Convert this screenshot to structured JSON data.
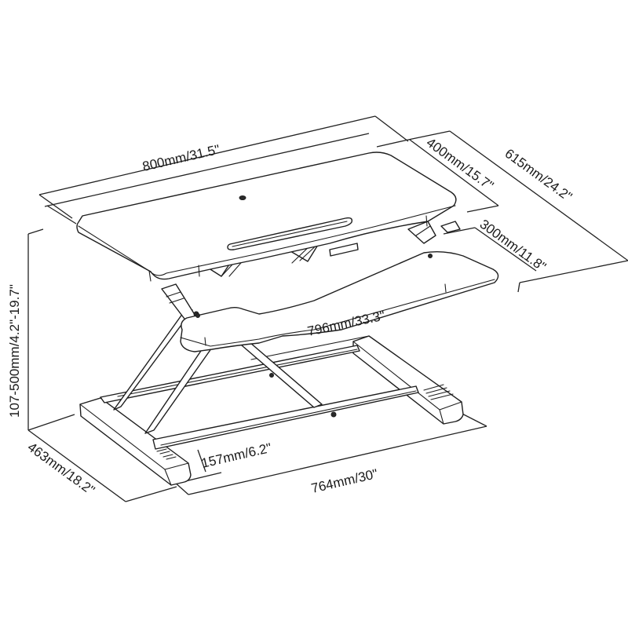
{
  "diagram": {
    "subject": "Standing desk converter",
    "dimensions": {
      "top_width": "800mm/31.5\"",
      "top_depth": "400mm/15.7\"",
      "total_depth": "615mm/24.2\"",
      "keyboard_tray_depth": "300mm/11.8\"",
      "keyboard_tray_width": "796mm/33.3\"",
      "height_range": "107-500mm/4.2\"-19.7\"",
      "base_depth": "463mm/18.2\"",
      "base_width": "764mm/30\"",
      "base_height": "157mm/6.2\""
    },
    "colors": {
      "line": "#1e1e1e",
      "background": "#ffffff"
    }
  }
}
